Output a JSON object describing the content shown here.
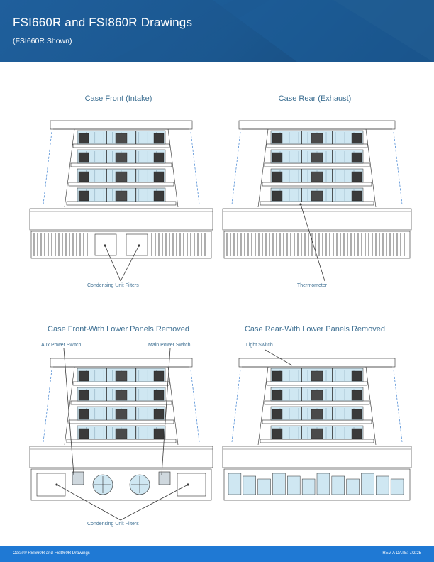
{
  "header": {
    "title": "FSI660R and FSI860R Drawings",
    "subtitle": "(FSI660R Shown)"
  },
  "sections": {
    "front": {
      "title": "Case Front (Intake)",
      "callout": "Condensing Unit Filters"
    },
    "rear": {
      "title": "Case Rear (Exhaust)",
      "callout": "Thermometer"
    },
    "front_open": {
      "title": "Case Front-With Lower Panels Removed",
      "callout_left": "Aux Power Switch",
      "callout_right": "Main Power Switch",
      "callout_bottom": "Condensing Unit Filters"
    },
    "rear_open": {
      "title": "Case Rear-With Lower Panels Removed",
      "callout": "Light Switch"
    }
  },
  "footer": {
    "left": "Oasis® FSI660R and FSI860R Drawings",
    "right": "REV A DATE: 7/2/25"
  },
  "colors": {
    "header": "#1b578f",
    "footer": "#1f79d4",
    "title_text": "#3d6f92",
    "line": "#2a2a2a",
    "shelf_fill": "#cfe7f2",
    "dim": "#3b7fd0"
  }
}
